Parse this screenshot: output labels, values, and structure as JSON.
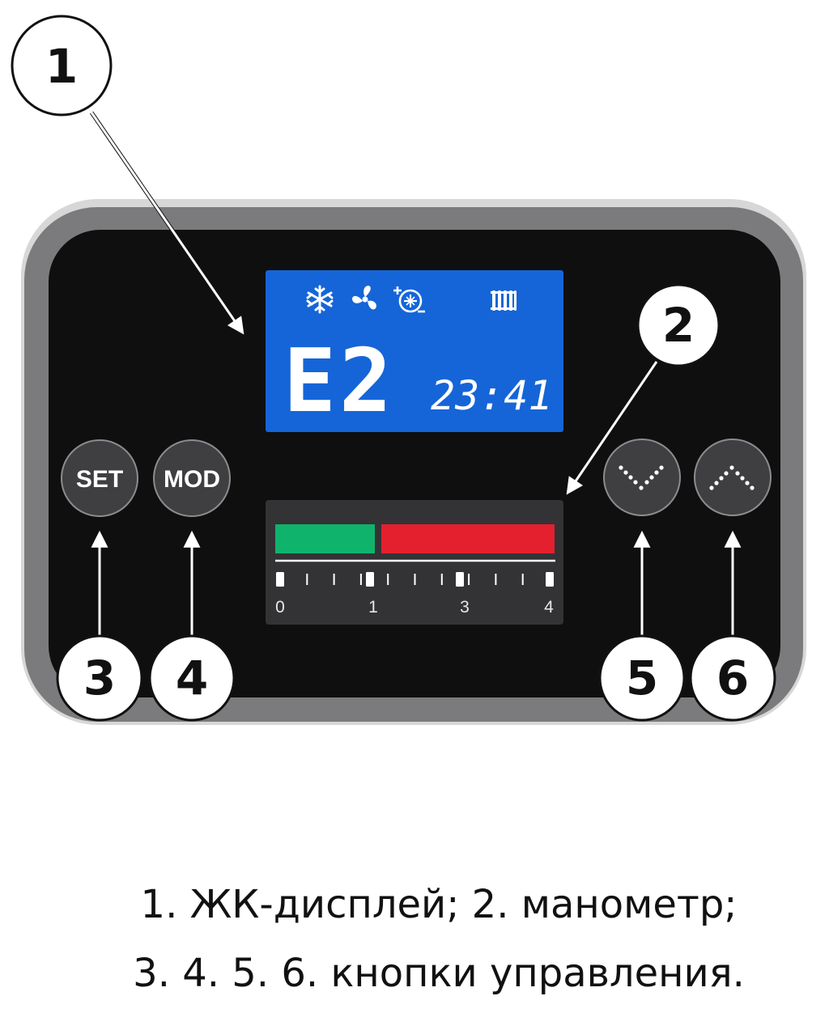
{
  "display": {
    "error_code": "E2",
    "time": "23:41",
    "icons": [
      "snowflake-icon",
      "fan-icon",
      "pump-icon",
      "radiator-icon"
    ],
    "background_color": "#1565d8"
  },
  "buttons": {
    "set_label": "SET",
    "mod_label": "MOD",
    "down_icon": "chevron-down-icon",
    "up_icon": "chevron-up-icon"
  },
  "gauge": {
    "scale_labels": [
      "0",
      "1",
      "3",
      "4"
    ],
    "green_color": "#0fb36b",
    "red_color": "#e5202e"
  },
  "callouts": [
    "1",
    "2",
    "3",
    "4",
    "5",
    "6"
  ],
  "caption": {
    "line1": "1. ЖК-дисплей; 2. манометр;",
    "line2": "3. 4. 5. 6. кнопки управления."
  }
}
